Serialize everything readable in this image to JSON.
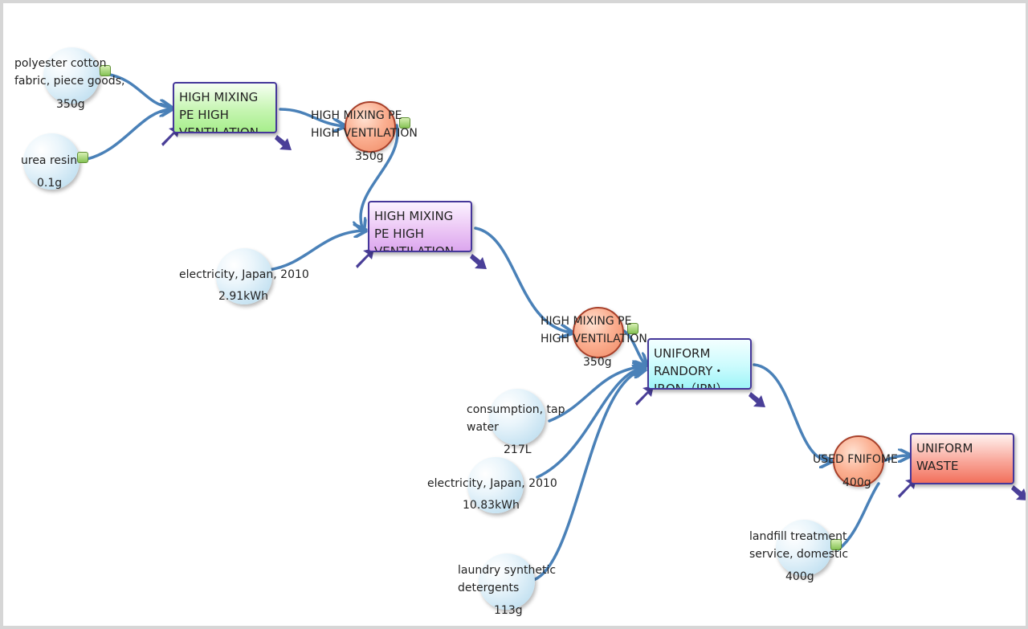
{
  "colors": {
    "link": "#4a81b8",
    "port": "#4a3f98",
    "process_border": "#45379a",
    "product_fill": "#f29570",
    "product_border": "#a8402a",
    "flow_fill": "#c7e3f2"
  },
  "inputs": [
    {
      "id": "in1",
      "label_line1": "polyester cotton",
      "label_line2": "fabric, piece goods,",
      "amount": "350g",
      "icon": "product-badge-icon"
    },
    {
      "id": "in2",
      "label_line1": "urea resin",
      "label_line2": "",
      "amount": "0.1g",
      "icon": "product-badge-icon"
    },
    {
      "id": "in3",
      "label_line1": "electricity, Japan, 2010",
      "label_line2": "",
      "amount": "2.91kWh",
      "icon": ""
    },
    {
      "id": "in4",
      "label_line1": "consumption, tap",
      "label_line2": "water",
      "amount": "217L",
      "icon": ""
    },
    {
      "id": "in5",
      "label_line1": "electricity, Japan, 2010",
      "label_line2": "",
      "amount": "10.83kWh",
      "icon": ""
    },
    {
      "id": "in6",
      "label_line1": "laundry synthetic",
      "label_line2": "detergents",
      "amount": "113g",
      "icon": ""
    },
    {
      "id": "in7",
      "label_line1": "landfill treatment",
      "label_line2": "service, domestic",
      "amount": "400g",
      "icon": "product-badge-icon"
    }
  ],
  "intermediates": [
    {
      "id": "pr1",
      "label_line1": "HIGH MIXING PE",
      "label_line2": "HIGH VENTILATION",
      "amount": "350g"
    },
    {
      "id": "pr2",
      "label_line1": "HIGH MIXING PE",
      "label_line2": "HIGH VENTILATION",
      "amount": "350g"
    },
    {
      "id": "pr3",
      "label_line1": "USED FNIFOME",
      "label_line2": "",
      "amount": "400g"
    }
  ],
  "processes": [
    {
      "id": "p1",
      "title": "HIGH MIXING PE HIGH VENTILATION",
      "fill": "green"
    },
    {
      "id": "p2",
      "title": "HIGH MIXING PE HIGH VENTILATION",
      "fill": "violet"
    },
    {
      "id": "p3",
      "title": "UNIFORM RANDORY・IRON（JPN）",
      "fill": "cyan"
    },
    {
      "id": "p4",
      "title": "UNIFORM WASTE",
      "fill": "red"
    }
  ]
}
